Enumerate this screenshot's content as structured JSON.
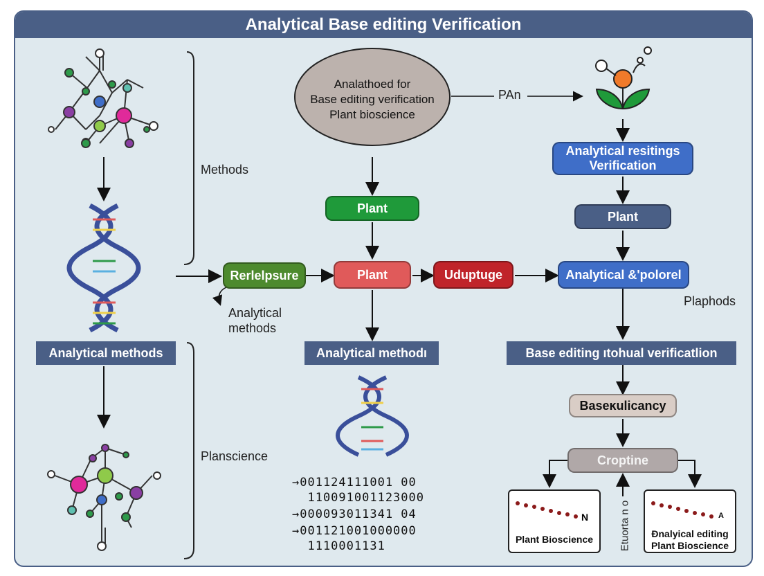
{
  "title": "Analytical Base editing Verification",
  "ellipse": {
    "line1": "Analathoed for",
    "line2": "Base editing verification",
    "line3": "Plant bioscience"
  },
  "pan_label": "PAn",
  "methods_label": "Methods",
  "planscience_label": "Planscience",
  "analytical_methods_note_line1": "Analytical",
  "analytical_methods_note_line2": "methods",
  "plaphods_label": "Plaphods",
  "nodes": {
    "plant_top": "Plant",
    "refelpsure": "Rerlelpsure",
    "plant_mid": "Plant",
    "uduptuge": "Uduptuge",
    "results_verification_line1": "Analytical resitings",
    "results_verification_line2": "Verification",
    "plant_right": "Plant",
    "analytical_polorel": "Analytical &'polorel",
    "baseulicancy": "Baseĸulicancy",
    "croptine": "Croptine"
  },
  "headers": {
    "left": "Analytical methods",
    "center": "Analytical methodı",
    "right": "Base editing ıtohual verificatlion"
  },
  "sequences": [
    "→001124111001 00",
    "  110091001123000",
    "→000093011341 04",
    "→001121001000000",
    "  1110001131"
  ],
  "cards": {
    "left_marker": "N",
    "left_caption": "Plant Bioscience",
    "right_marker": "А",
    "right_caption_line1": "Ðnalyical editing",
    "right_caption_line2": "Plant Bioscience"
  },
  "vertical_label": "Etuorta n o",
  "colors": {
    "navy": "#4a5f86",
    "green": "#1f9a3a",
    "olive_green": "#4d8a2e",
    "red_light": "#e05a5a",
    "red_dark": "#c0242a",
    "blue": "#3f6ec8",
    "slate": "#4a5f86",
    "tan": "#d9cdc6",
    "grey_pill": "#b0a8a8",
    "ellipse": "#bcb2ad"
  }
}
